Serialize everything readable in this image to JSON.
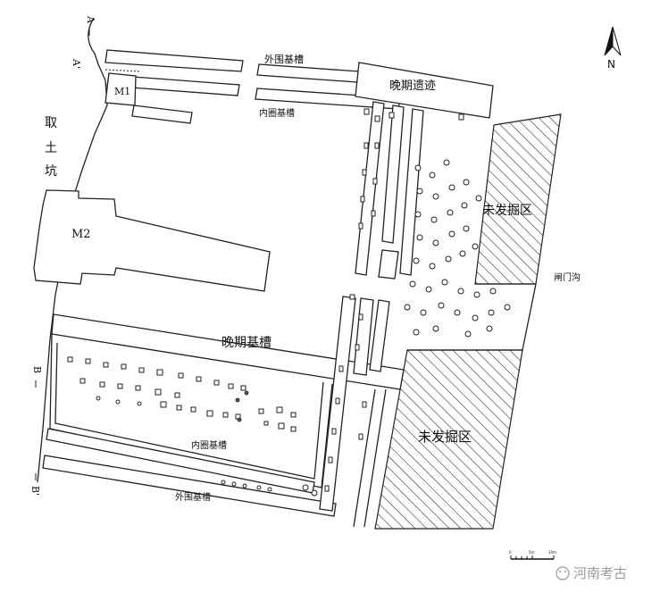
{
  "labels": {
    "outer_trench_top": "外围基槽",
    "inner_trench_top": "内圈基槽",
    "late_remains": "晚期遗迹",
    "late_trench": "晚期基槽",
    "unexcavated_1": "未发掘区",
    "unexcavated_2": "未发掘区",
    "gate_ditch": "闸门沟",
    "inner_trench_bottom": "内圈基槽",
    "outer_trench_bottom": "外围基槽",
    "m1": "M1",
    "m2": "M2",
    "pit_quarry_1": "取",
    "pit_quarry_2": "土",
    "pit_quarry_3": "坑",
    "section_a": "A",
    "section_a_prime": "A'",
    "section_b": "B",
    "section_b_prime": "B'",
    "north": "N",
    "scale_0": "0",
    "scale_5": "5m",
    "scale_10": "10m"
  },
  "watermark": "河南考古",
  "colors": {
    "line": "#222222",
    "hatch": "#333333",
    "background": "#ffffff"
  }
}
